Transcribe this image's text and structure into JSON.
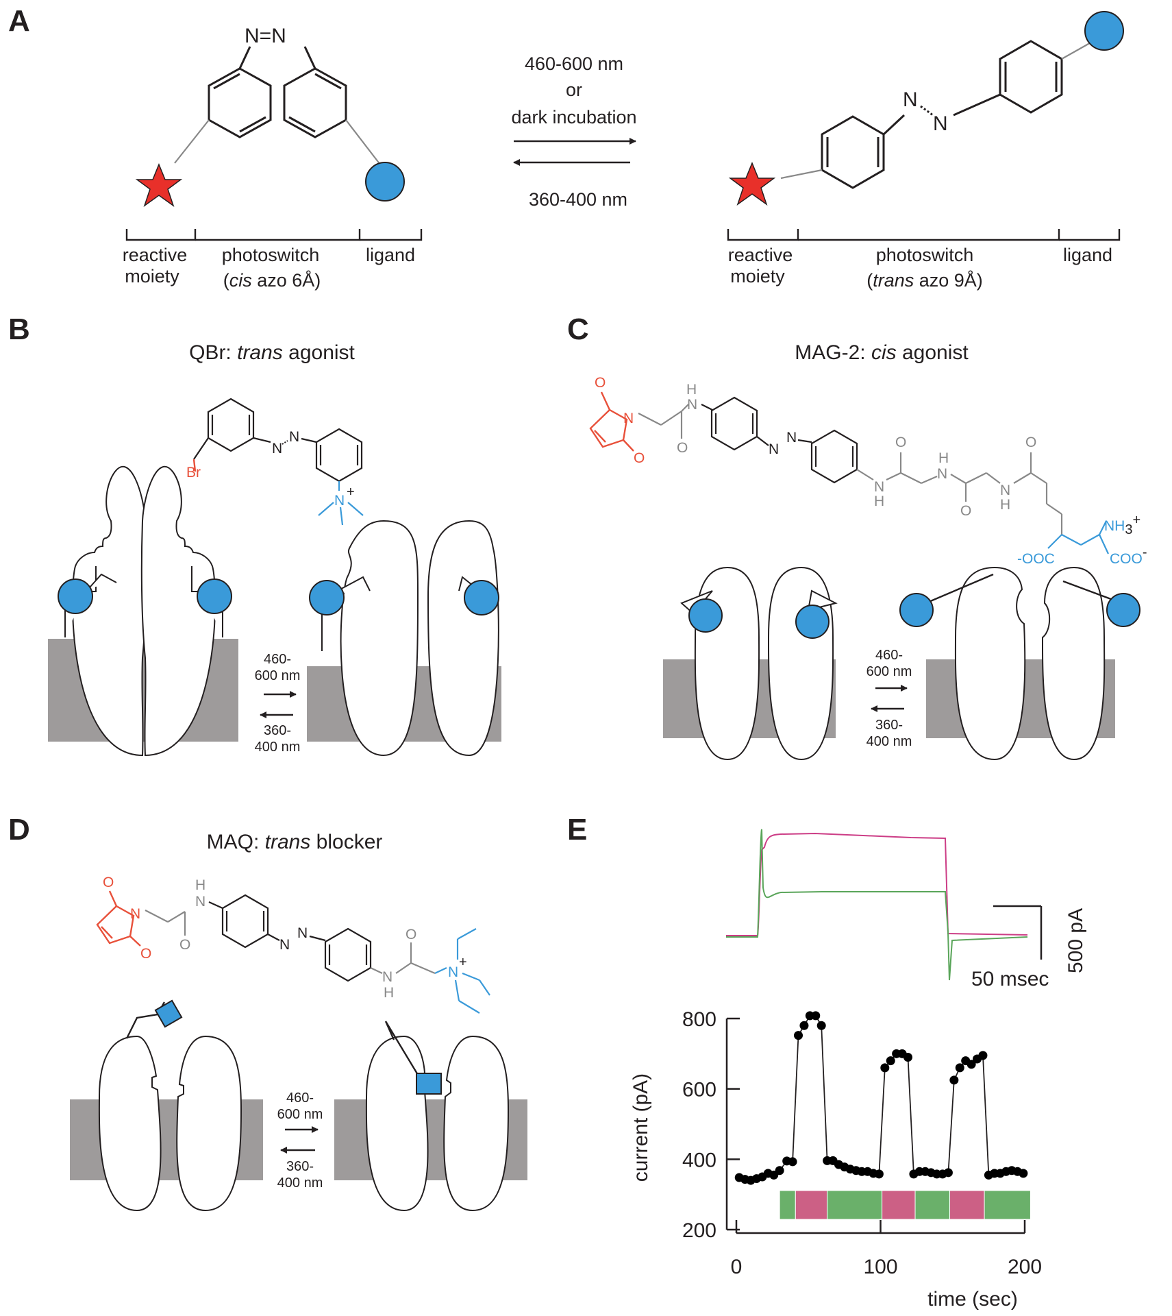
{
  "panels": {
    "a": {
      "label": "A",
      "arrow_top_1": "460-600 nm",
      "arrow_top_2": "or",
      "arrow_top_3": "dark incubation",
      "arrow_bottom": "360-400 nm",
      "cis_reactive_1": "reactive",
      "cis_reactive_2": "moiety",
      "cis_photoswitch_1": "photoswitch",
      "cis_photoswitch_2_pre": "(",
      "cis_photoswitch_2_em": "cis",
      "cis_photoswitch_2_post": " azo 6Å)",
      "cis_ligand": "ligand",
      "trans_reactive_1": "reactive",
      "trans_reactive_2": "moiety",
      "trans_photoswitch_1": "photoswitch",
      "trans_photoswitch_2_pre": "(",
      "trans_photoswitch_2_em": "trans",
      "trans_photoswitch_2_post": " azo 9Å)",
      "trans_ligand": "ligand",
      "azo_cis": "N=N",
      "azo_trans_n1": "N",
      "azo_trans_n2": "N"
    },
    "b": {
      "label": "B",
      "title_pre": "QBr: ",
      "title_em": "trans",
      "title_post": " agonist",
      "atom_br": "Br",
      "atom_n1": "N",
      "atom_n2": "N",
      "atom_nplus": "N",
      "atom_plus": "+",
      "arrow_fwd_1": "460-",
      "arrow_fwd_2": "600 nm",
      "arrow_rev_1": "360-",
      "arrow_rev_2": "400 nm"
    },
    "c": {
      "label": "C",
      "title_pre": "MAG-2: ",
      "title_em": "cis",
      "title_post": " agonist",
      "atom_o1": "O",
      "atom_o2": "O",
      "atom_n_mal": "N",
      "atom_h1": "H",
      "atom_n_am1": "N",
      "atom_o3": "O",
      "atom_n1": "N",
      "atom_n2": "N",
      "atom_n_am2": "N",
      "atom_h2": "H",
      "atom_o4": "O",
      "atom_h3": "H",
      "atom_n_am3": "N",
      "atom_o5": "O",
      "atom_n_am4": "N",
      "atom_h4": "H",
      "atom_o6": "O",
      "atom_nh3": "NH",
      "atom_nh3_sub": "3",
      "atom_nh3_sup": "+",
      "atom_coo_left": "-OOC",
      "atom_coo_right": "COO",
      "atom_coo_right_sup": "-",
      "arrow_fwd_1": "460-",
      "arrow_fwd_2": "600 nm",
      "arrow_rev_1": "360-",
      "arrow_rev_2": "400 nm"
    },
    "d": {
      "label": "D",
      "title_pre": "MAQ: ",
      "title_em": "trans",
      "title_post": " blocker",
      "atom_o1": "O",
      "atom_o2": "O",
      "atom_n_mal": "N",
      "atom_h1": "H",
      "atom_n_am1": "N",
      "atom_o3": "O",
      "atom_n1": "N",
      "atom_n2": "N",
      "atom_n_am2": "N",
      "atom_h2": "H",
      "atom_o4": "O",
      "atom_nplus": "N",
      "atom_plus": "+",
      "arrow_fwd_1": "460-",
      "arrow_fwd_2": "600 nm",
      "arrow_rev_1": "360-",
      "arrow_rev_2": "400 nm"
    },
    "e": {
      "label": "E",
      "scale_y": "500 pA",
      "scale_x": "50 msec"
    }
  },
  "colors": {
    "ligand": "#3a9ad9",
    "reactive": "#e8302a",
    "membrane": "#9e9b9b",
    "trace_magenta": "#cc3d86",
    "trace_green": "#5aa55a",
    "bar_green": "#6ab06a",
    "bar_pink": "#cc6085"
  },
  "chart_data": {
    "type": "scatter",
    "xlabel": "time (sec)",
    "ylabel": "current (pA)",
    "xlim": [
      0,
      200
    ],
    "ylim": [
      200,
      800
    ],
    "x_ticks": [
      0,
      100,
      200
    ],
    "y_ticks": [
      200,
      400,
      600,
      800
    ],
    "series": [
      {
        "x": [
          2,
          6,
          10,
          14,
          18,
          22,
          26,
          30,
          35,
          39,
          43,
          47,
          51,
          55,
          59,
          63,
          67,
          71,
          75,
          79,
          83,
          87,
          91,
          95,
          99,
          103,
          107,
          111,
          115,
          119,
          123,
          127,
          131,
          135,
          139,
          143,
          147,
          151,
          155,
          159,
          163,
          167,
          171,
          175,
          179,
          183,
          187,
          191,
          195,
          199
        ],
        "y": [
          348,
          343,
          340,
          345,
          350,
          360,
          355,
          368,
          395,
          393,
          752,
          780,
          808,
          808,
          780,
          396,
          396,
          385,
          378,
          372,
          368,
          365,
          365,
          360,
          358,
          660,
          680,
          700,
          700,
          690,
          358,
          365,
          365,
          362,
          358,
          358,
          362,
          625,
          660,
          680,
          670,
          685,
          695,
          355,
          360,
          360,
          365,
          368,
          365,
          360
        ]
      }
    ],
    "light_periods": [
      {
        "start": 30,
        "end": 41,
        "state": "green"
      },
      {
        "start": 41,
        "end": 63,
        "state": "pink"
      },
      {
        "start": 63,
        "end": 101,
        "state": "green"
      },
      {
        "start": 101,
        "end": 124,
        "state": "pink"
      },
      {
        "start": 124,
        "end": 148,
        "state": "green"
      },
      {
        "start": 148,
        "end": 172,
        "state": "pink"
      },
      {
        "start": 172,
        "end": 204,
        "state": "green"
      }
    ]
  }
}
